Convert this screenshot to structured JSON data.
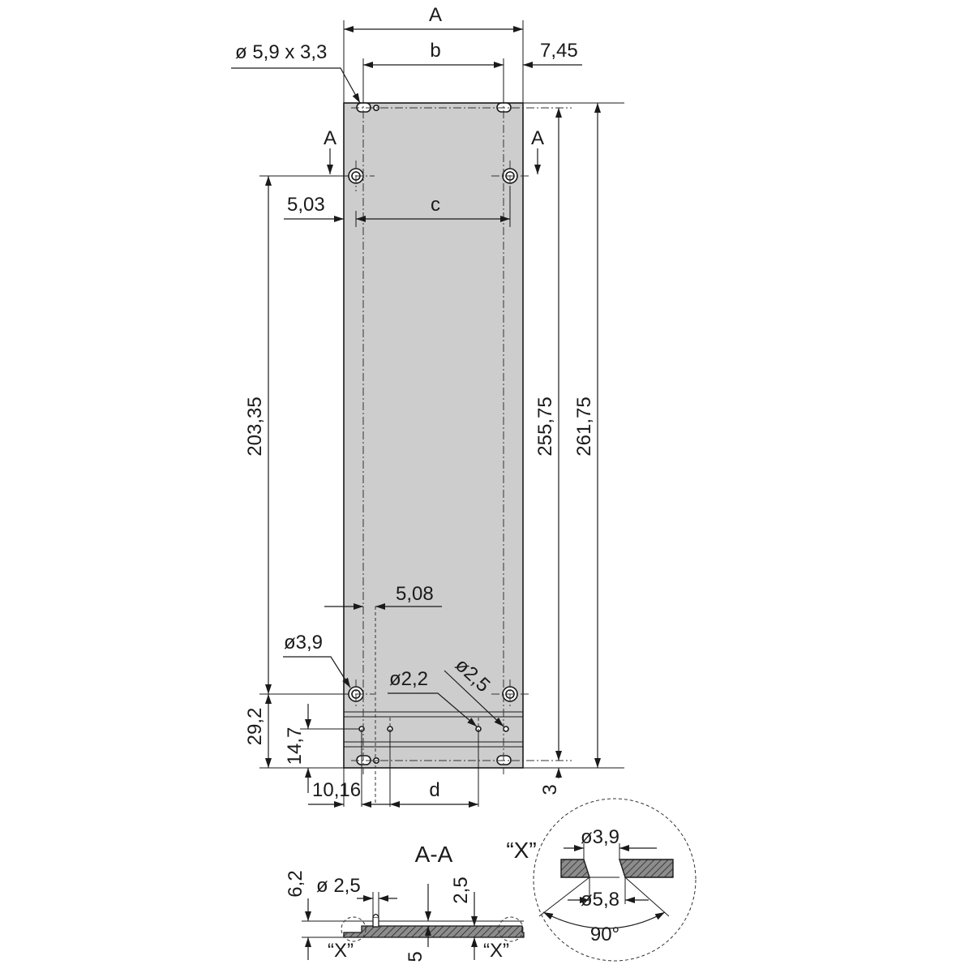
{
  "colors": {
    "panel_fill": "#cdcdcd",
    "line": "#1a1a1a",
    "hatch_fill": "#8c8c8c",
    "background": "#ffffff"
  },
  "front_view": {
    "dims": {
      "width_A": "A",
      "slot": "ø 5,9 x 3,3",
      "b": "b",
      "right_offset": "7,45",
      "section_mark": "A",
      "left_offset": "5,03",
      "c": "c",
      "hole_pitch_vertical": "203,35",
      "height_inner": "255,75",
      "height_total": "261,75",
      "pitch_508": "5,08",
      "hole_39": "ø3,9",
      "hole_22": "ø2,2",
      "hole_25": "ø2,5",
      "bottom_292": "29,2",
      "bottom_147": "14,7",
      "offset_1016": "10,16",
      "d": "d",
      "bottom_3": "3"
    }
  },
  "section_view": {
    "title": "A-A",
    "dims": {
      "height_62": "6,2",
      "pin_25": "ø 2,5",
      "height_25": "2,5",
      "thickness_5": "5",
      "detail_left": "“X”",
      "detail_right": "“X”"
    }
  },
  "detail_view": {
    "label": "“X”",
    "dims": {
      "bore": "ø3,9",
      "countersink": "ø5,8",
      "angle": "90°"
    }
  }
}
